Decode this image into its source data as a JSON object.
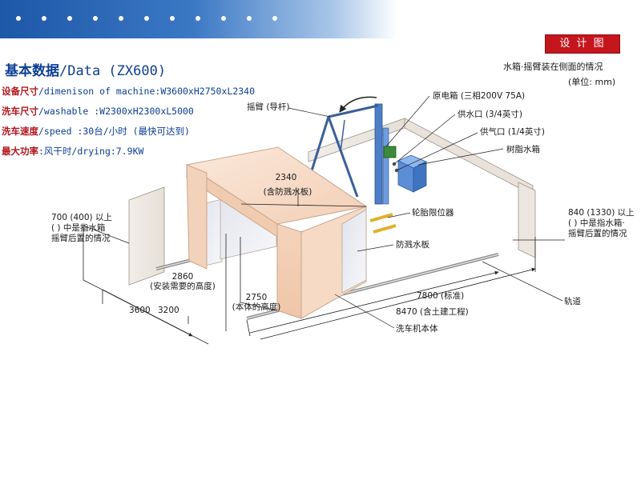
{
  "badge": "设 计 图",
  "title_cn": "基本数据",
  "title_en": "/Data (ZX600)",
  "specs": [
    {
      "key": "设备尺寸",
      "value": "/dimenison of machine:W3600xH2750xL2340"
    },
    {
      "key": "洗车尺寸",
      "value": "/washable :W2300xH2300xL5000"
    },
    {
      "key": "洗车速度",
      "value": "/speed :30台/小时 (最快可达到)"
    },
    {
      "key": "最大功率",
      "value": ":风干时/drying:7.9KW"
    }
  ],
  "notes": {
    "top_right": "水箱·摇臂装在侧面的情况",
    "unit": "(单位: mm)"
  },
  "labels": {
    "swing_arm": "摇臂 (导杆)",
    "control_box": "原电箱 (三相200V 75A)",
    "water_inlet": "供水口 (3/4英寸)",
    "air_inlet": "供气口 (1/4英寸)",
    "resin_tank": "树脂水箱",
    "dim_2340": "2340",
    "dim_2340_note": "(含防溅水板)",
    "wheel_stop": "轮胎限位器",
    "splash_board": "防溅水板",
    "left_note_1": "700 (400) 以上",
    "left_note_2": "( ) 中是指水箱",
    "left_note_3": "摇臂后置的情况",
    "right_note_1": "840 (1330) 以上",
    "right_note_2": "( ) 中是指水箱·",
    "right_note_3": "摇臂后置的情况",
    "dim_2860": "2860",
    "dim_2860_note": "(安装需要的高度)",
    "dim_2750": "2750",
    "dim_2750_note": "(本体的高度)",
    "dim_3600": "3600",
    "dim_3200": "3200",
    "dim_7800": "7800 (标准)",
    "dim_8470": "8470 (含土建工程)",
    "rail": "轨道",
    "machine_body": "洗车机本体"
  },
  "colors": {
    "header_blue": "#1d57a8",
    "badge_red": "#c5161d",
    "tank_blue": "#5b8ed6",
    "frame_peach": "#f6d9c6",
    "control_green": "#3a8a3a"
  }
}
